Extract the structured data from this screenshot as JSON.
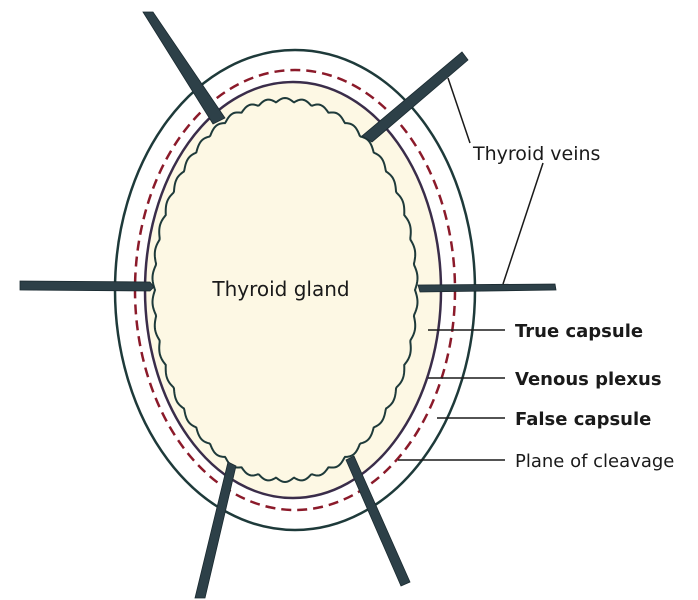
{
  "labels": {
    "thyroid_gland": "Thyroid gland",
    "thyroid_veins": "Thyroid veins",
    "true_capsule": "True capsule",
    "venous_plexus": "Venous plexus",
    "false_capsule": "False capsule",
    "plane_of_cleavage": "Plane of cleavage"
  },
  "colors": {
    "gland_fill": "#fdf8e4",
    "outline_dark": "#1e3a3a",
    "capsule_purple": "#3a2d4a",
    "plane_dashed": "#8b1a2a",
    "vein_fill": "#2d4048"
  }
}
